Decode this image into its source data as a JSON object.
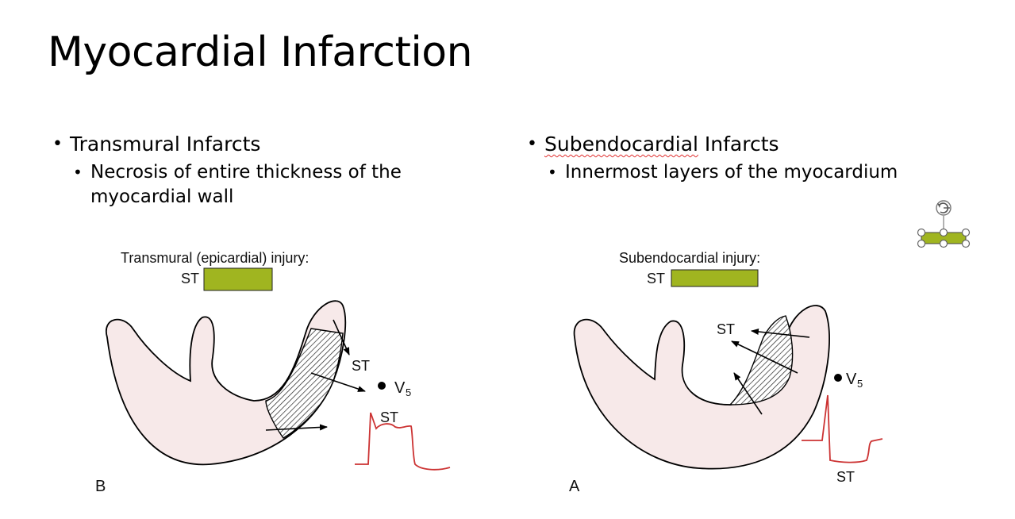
{
  "slide": {
    "title": "Myocardial Infarction"
  },
  "left": {
    "bullet": "Transmural Infarcts",
    "sub_line1": "Necrosis of entire thickness of the",
    "sub_line2": "myocardial wall",
    "figure": {
      "caption": "Transmural (epicardial) injury:",
      "st_label": "ST",
      "arrow_label": "ST",
      "lead_label": "V",
      "lead_sub": "5",
      "ecg_label": "ST",
      "panel_letter": "B"
    }
  },
  "right": {
    "bullet_word1": "Subendocardial",
    "bullet_word2": " Infarcts",
    "sub_line1": "Innermost layers of the myocardium",
    "figure": {
      "caption": "Subendocardial injury:",
      "st_label": "ST",
      "arrow_label": "ST",
      "lead_label": "V",
      "lead_sub": "5",
      "ecg_label": "ST",
      "panel_letter": "A"
    }
  },
  "colors": {
    "heart_fill": "#f7e9e9",
    "box_fill": "#a0b520",
    "ecg_stroke": "#cc3333"
  },
  "icons": {
    "rotate_handle": "rotate-icon"
  }
}
